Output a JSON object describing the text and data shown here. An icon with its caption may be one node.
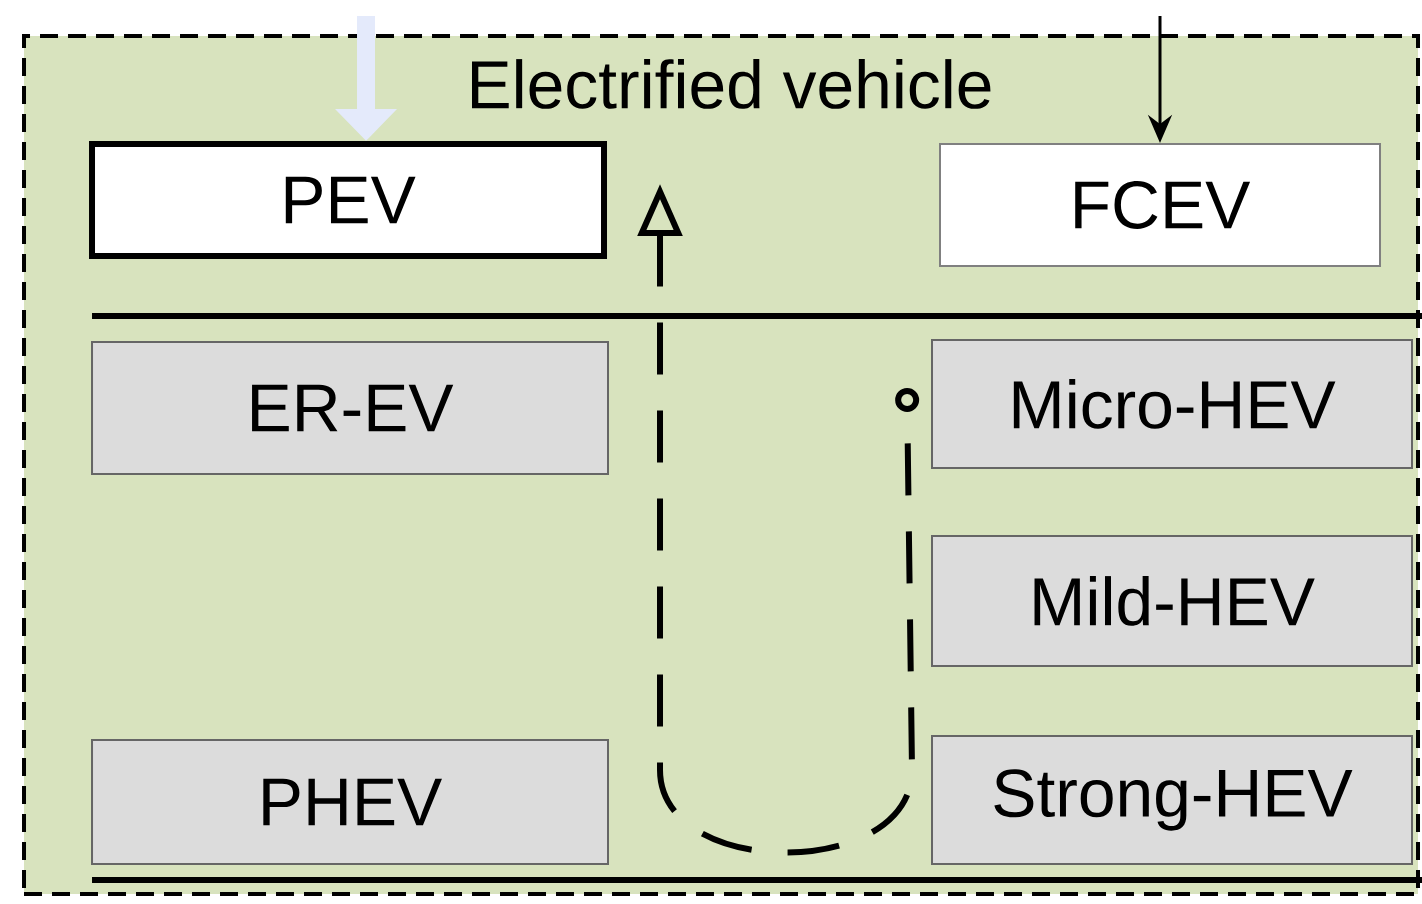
{
  "diagram": {
    "nodes": [
      {
        "text": [
          "Electrified vehicle"
        ]
      },
      {
        "text": [
          "PEV"
        ],
        "in": 0
      },
      {
        "text": [
          "FCEV"
        ],
        "in": 0
      },
      {
        "text": [
          "ER-EV"
        ],
        "in": 0
      },
      {
        "text": [
          "Micro-HEV"
        ],
        "in": 0
      },
      {
        "text": [
          "Mild-HEV"
        ],
        "in": 0
      },
      {
        "text": [
          "PHEV"
        ],
        "in": 0
      },
      {
        "text": [
          "Strong-HEV"
        ],
        "in": 0
      }
    ],
    "edges": [
      {
        "from": null,
        "to": 1,
        "arrow": "to",
        "style": "thick",
        "color": "#e4eafb"
      },
      {
        "from": null,
        "to": 2,
        "arrow": "to",
        "color": "#000000"
      },
      {
        "from": 4,
        "to": null,
        "arrow": "to",
        "style": "dashed",
        "color": "#000000"
      }
    ]
  }
}
